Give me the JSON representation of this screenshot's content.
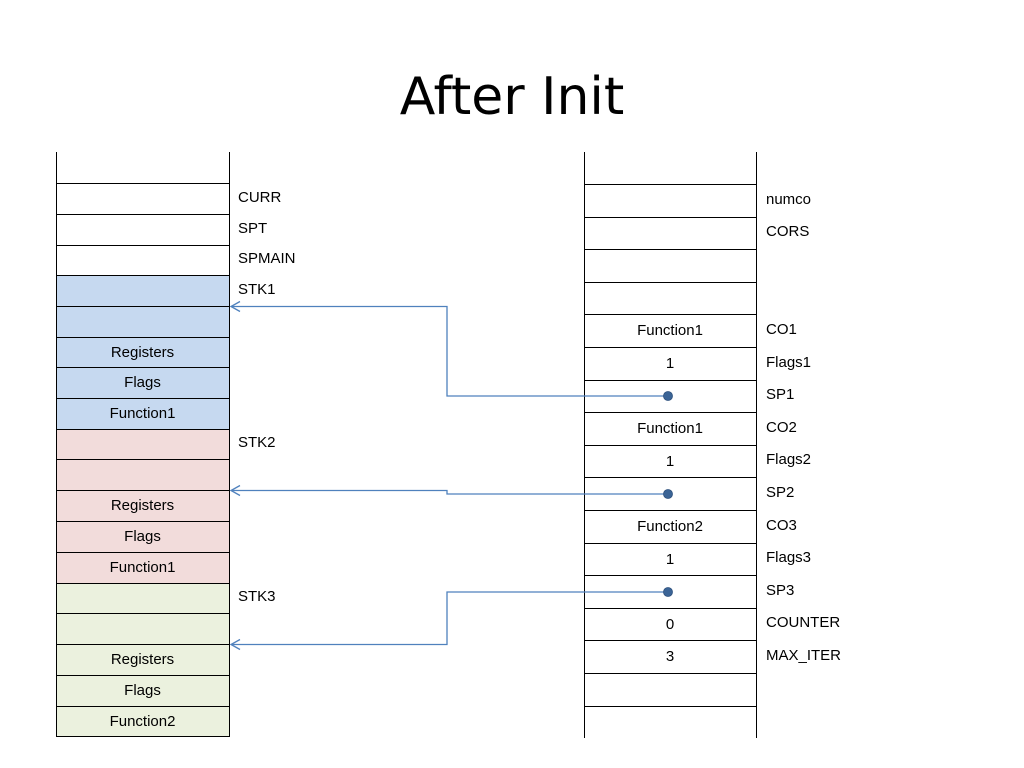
{
  "title": "After Init",
  "left_stack": {
    "cells": [
      {
        "text": "",
        "color": "#ffffff"
      },
      {
        "text": "",
        "color": "#ffffff"
      },
      {
        "text": "",
        "color": "#ffffff"
      },
      {
        "text": "",
        "color": "#ffffff"
      },
      {
        "text": "",
        "color": "#c6d9f0"
      },
      {
        "text": "",
        "color": "#c6d9f0"
      },
      {
        "text": "Registers",
        "color": "#c6d9f0"
      },
      {
        "text": "Flags",
        "color": "#c6d9f0"
      },
      {
        "text": "Function1",
        "color": "#c6d9f0"
      },
      {
        "text": "",
        "color": "#f2dcdb"
      },
      {
        "text": "",
        "color": "#f2dcdb"
      },
      {
        "text": "Registers",
        "color": "#f2dcdb"
      },
      {
        "text": "Flags",
        "color": "#f2dcdb"
      },
      {
        "text": "Function1",
        "color": "#f2dcdb"
      },
      {
        "text": "",
        "color": "#ebf1de"
      },
      {
        "text": "",
        "color": "#ebf1de"
      },
      {
        "text": "Registers",
        "color": "#ebf1de"
      },
      {
        "text": "Flags",
        "color": "#ebf1de"
      },
      {
        "text": "Function2",
        "color": "#ebf1de"
      }
    ],
    "labels": [
      {
        "row": 1,
        "text": "CURR"
      },
      {
        "row": 2,
        "text": "SPT"
      },
      {
        "row": 3,
        "text": "SPMAIN"
      },
      {
        "row": 4,
        "text": "STK1"
      },
      {
        "row": 9,
        "text": "STK2"
      },
      {
        "row": 14,
        "text": "STK3"
      }
    ]
  },
  "right_stack": {
    "cells": [
      "",
      "",
      "",
      "",
      "",
      "Function1",
      "1",
      "",
      "Function1",
      "1",
      "",
      "Function2",
      "1",
      "",
      "0",
      "3",
      "",
      ""
    ],
    "labels": [
      {
        "row": 1,
        "text": "numco"
      },
      {
        "row": 2,
        "text": "CORS"
      },
      {
        "row": 5,
        "text": "CO1"
      },
      {
        "row": 6,
        "text": "Flags1"
      },
      {
        "row": 7,
        "text": "SP1"
      },
      {
        "row": 8,
        "text": "CO2"
      },
      {
        "row": 9,
        "text": "Flags2"
      },
      {
        "row": 10,
        "text": "SP2"
      },
      {
        "row": 11,
        "text": "CO3"
      },
      {
        "row": 12,
        "text": "Flags3"
      },
      {
        "row": 13,
        "text": "SP3"
      },
      {
        "row": 14,
        "text": "COUNTER"
      },
      {
        "row": 15,
        "text": "MAX_ITER"
      }
    ]
  },
  "pointers": [
    {
      "from_row": 7,
      "to_row": 5
    },
    {
      "from_row": 10,
      "to_row": 11
    },
    {
      "from_row": 13,
      "to_row": 16
    }
  ],
  "colors": {
    "arrow": "#4f81bd",
    "dot": "#3b6496"
  }
}
